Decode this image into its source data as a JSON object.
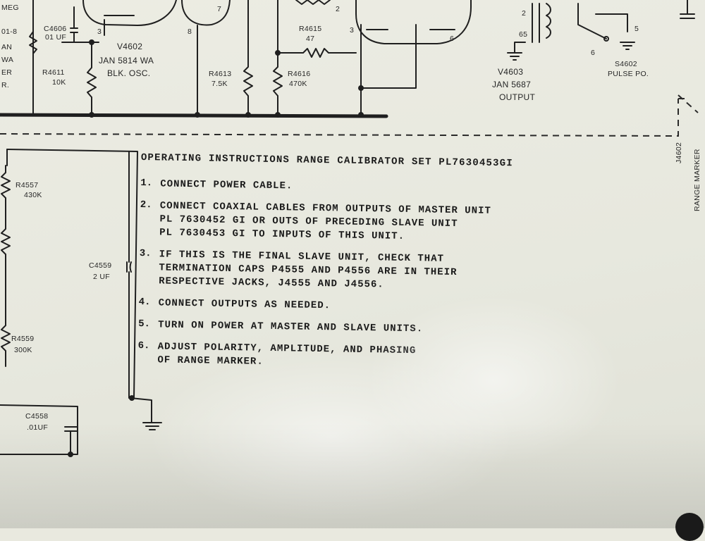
{
  "instructions": {
    "title": "OPERATING INSTRUCTIONS RANGE CALIBRATOR SET PL7630453GI",
    "steps": [
      {
        "num": "1.",
        "lines": [
          "CONNECT POWER CABLE."
        ]
      },
      {
        "num": "2.",
        "lines": [
          "CONNECT COAXIAL CABLES FROM OUTPUTS OF MASTER UNIT",
          "PL 7630452 GI OR OUTS OF PRECEDING SLAVE UNIT",
          "PL 7630453 GI TO INPUTS OF THIS UNIT."
        ]
      },
      {
        "num": "3.",
        "lines": [
          "IF THIS IS THE FINAL SLAVE UNIT, CHECK THAT",
          "TERMINATION CAPS P4555 AND P4556 ARE IN THEIR",
          "RESPECTIVE JACKS, J4555 AND J4556."
        ]
      },
      {
        "num": "4.",
        "lines": [
          "CONNECT OUTPUTS AS NEEDED."
        ]
      },
      {
        "num": "5.",
        "lines": [
          "TURN ON POWER AT MASTER AND SLAVE UNITS."
        ]
      },
      {
        "num": "6.",
        "lines": [
          "ADJUST POLARITY, AMPLITUDE, AND PHASING",
          "OF RANGE MARKER."
        ]
      }
    ]
  },
  "schematic_labels": {
    "v4602": "V4602",
    "v4602_type": "JAN 5814 WA",
    "v4602_func": "BLK. OSC.",
    "c4606": "C4606",
    "c4606_val": "01 UF",
    "r4611": "R4611",
    "r4611_val": "10K",
    "r4613": "R4613",
    "r4613_val": "7.5K",
    "r4615": "R4615",
    "r4615_val": "47",
    "r4616": "R4616",
    "r4616_val": "470K",
    "v4603": "V4603",
    "v4603_type": "JAN 5687",
    "v4603_func": "OUTPUT",
    "s4602": "S4602",
    "s4602_func": "PULSE PO.",
    "j4602": "J4602",
    "range_marker": "RANGE MARKER",
    "r4557": "R4557",
    "r4557_val": "430K",
    "c4559": "C4559",
    "c4559_val": "2 UF",
    "r4559": "R4559",
    "r4559_val": "300K",
    "c4558": "C4558",
    "c4558_val": ".01UF",
    "left_frag_1": "MEG",
    "left_frag_2": "01-8",
    "left_frag_3": "AN",
    "left_frag_4": "WA",
    "left_frag_5": "ER",
    "left_frag_6": "R.",
    "pin_3a": "3",
    "pin_8": "8",
    "pin_7": "7",
    "pin_2": "2",
    "pin_3b": "3",
    "pin_6": "6",
    "pin_2b": "2",
    "pin_65": "65",
    "pin_5": "5",
    "pin_6b": "6"
  },
  "colors": {
    "paper": "#e9e9df",
    "ink": "#1d1d1d"
  }
}
